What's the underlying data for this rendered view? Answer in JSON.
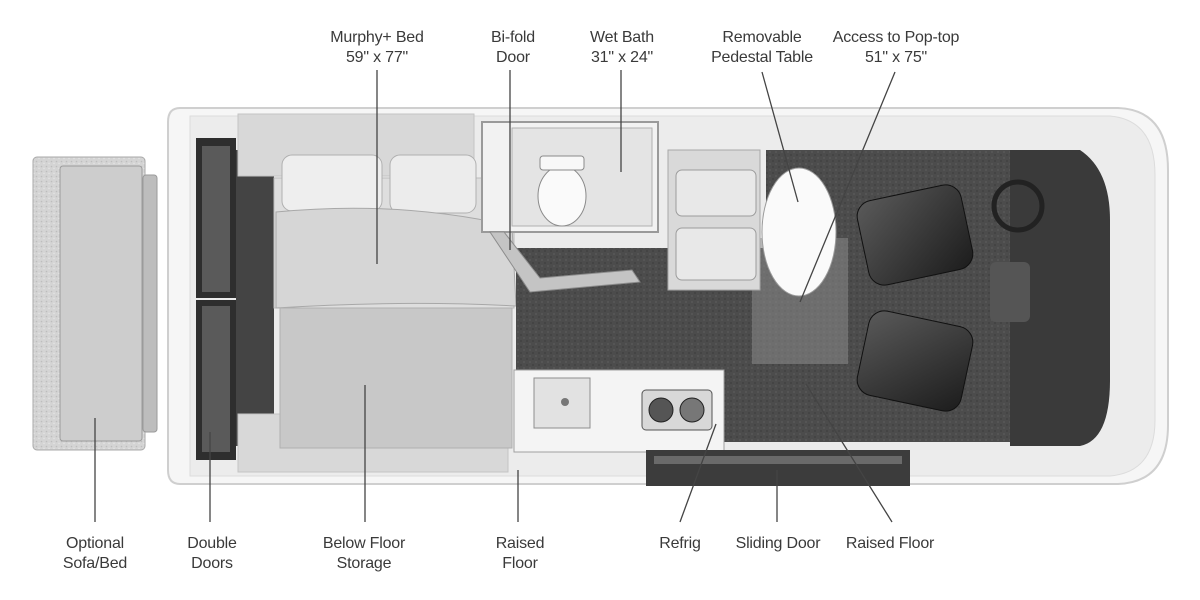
{
  "labels_top": {
    "murphy_bed": {
      "line1": "Murphy+ Bed",
      "line2": "59\" x 77\""
    },
    "bifold_door": {
      "line1": "Bi-fold",
      "line2": "Door"
    },
    "wet_bath": {
      "line1": "Wet Bath",
      "line2": "31\" x 24\""
    },
    "pedestal_table": {
      "line1": "Removable",
      "line2": "Pedestal Table"
    },
    "pop_top": {
      "line1": "Access to Pop-top",
      "line2": "51\" x 75\""
    }
  },
  "labels_bottom": {
    "sofa_bed": {
      "line1": "Optional",
      "line2": "Sofa/Bed"
    },
    "double_doors": {
      "line1": "Double",
      "line2": "Doors"
    },
    "below_floor_storage": {
      "line1": "Below Floor",
      "line2": "Storage"
    },
    "raised_floor_rear": {
      "line1": "Raised",
      "line2": "Floor"
    },
    "refrig": {
      "line1": "Refrig"
    },
    "sliding_door": {
      "line1": "Sliding Door"
    },
    "raised_floor_front": {
      "line1": "Raised Floor"
    }
  },
  "colors": {
    "label_text": "#3a3a3a",
    "leader_line": "#444444",
    "floor_dark": "#4a4a4a",
    "body_outline": "#cfcfcf"
  }
}
